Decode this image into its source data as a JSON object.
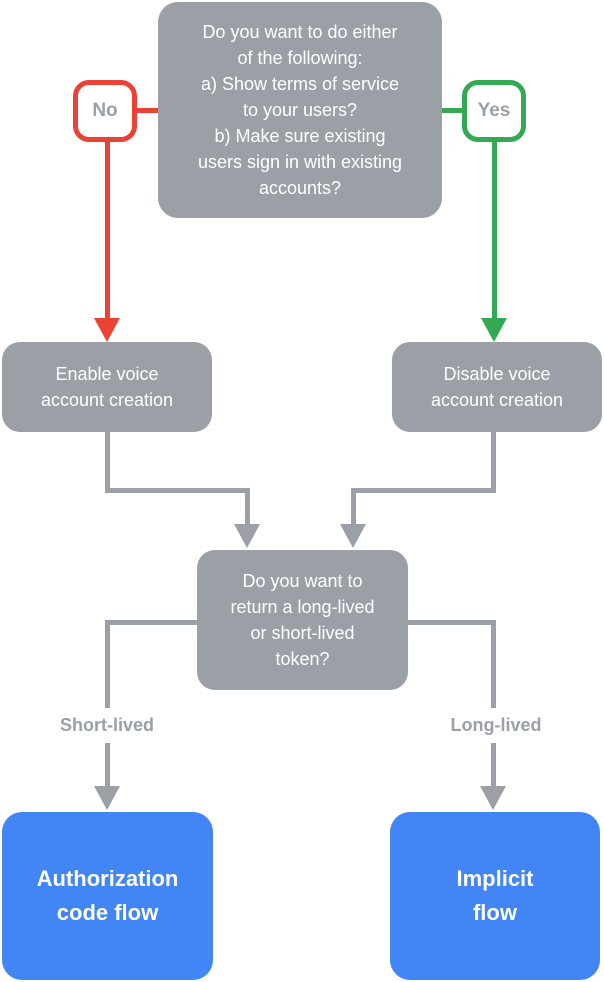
{
  "colors": {
    "node_gray": "#9AA0A6",
    "connector_gray": "#9AA0A6",
    "no_red": "#EA4335",
    "yes_green": "#34A853",
    "terminal_blue": "#4285F4",
    "text_white": "#ffffff",
    "label_gray": "#9AA0A6",
    "background": "#ffffff"
  },
  "nodes": {
    "question1": "Do you want to do either\nof the following:\na) Show terms of service\nto your users?\nb) Make sure existing\nusers sign in with existing\naccounts?",
    "no_label": "No",
    "yes_label": "Yes",
    "enable": "Enable voice\naccount creation",
    "disable": "Disable voice\naccount creation",
    "question2": "Do you want to\nreturn a long-lived\nor short-lived\ntoken?",
    "short_lived": "Short-lived",
    "long_lived": "Long-lived",
    "auth_code": "Authorization\ncode flow",
    "implicit": "Implicit\nflow"
  }
}
